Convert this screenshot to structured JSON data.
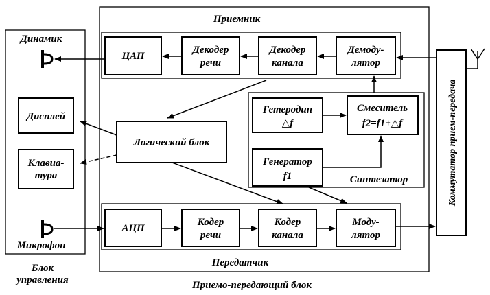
{
  "blocks": {
    "receiver": "Приемник",
    "transmitter": "Передатчик",
    "transceiver": "Приемо-передающий блок",
    "control_line1": "Блок",
    "control_line2": "управления",
    "speaker": "Динамик",
    "microphone": "Микрофон",
    "display": "Дисплей",
    "keyboard_line1": "Клавиа-",
    "keyboard_line2": "тура",
    "logic": "Логический блок",
    "dac": "ЦАП",
    "speech_decoder_line1": "Декодер",
    "speech_decoder_line2": "речи",
    "channel_decoder_line1": "Декодер",
    "channel_decoder_line2": "канала",
    "demodulator_line1": "Демоду-",
    "demodulator_line2": "лятор",
    "heterodyne_line1": "Гетеродин",
    "heterodyne_line2": "△f",
    "mixer_line1": "Смеситель",
    "mixer_line2": "f2=f1+△f",
    "generator_line1": "Генератор",
    "generator_line2": "f1",
    "synthesizer": "Синтезатор",
    "adc": "АЦП",
    "speech_coder_line1": "Кодер",
    "speech_coder_line2": "речи",
    "channel_coder_line1": "Кодер",
    "channel_coder_line2": "канала",
    "modulator_line1": "Моду-",
    "modulator_line2": "лятор",
    "switch": "Коммутатор прием-передача"
  }
}
